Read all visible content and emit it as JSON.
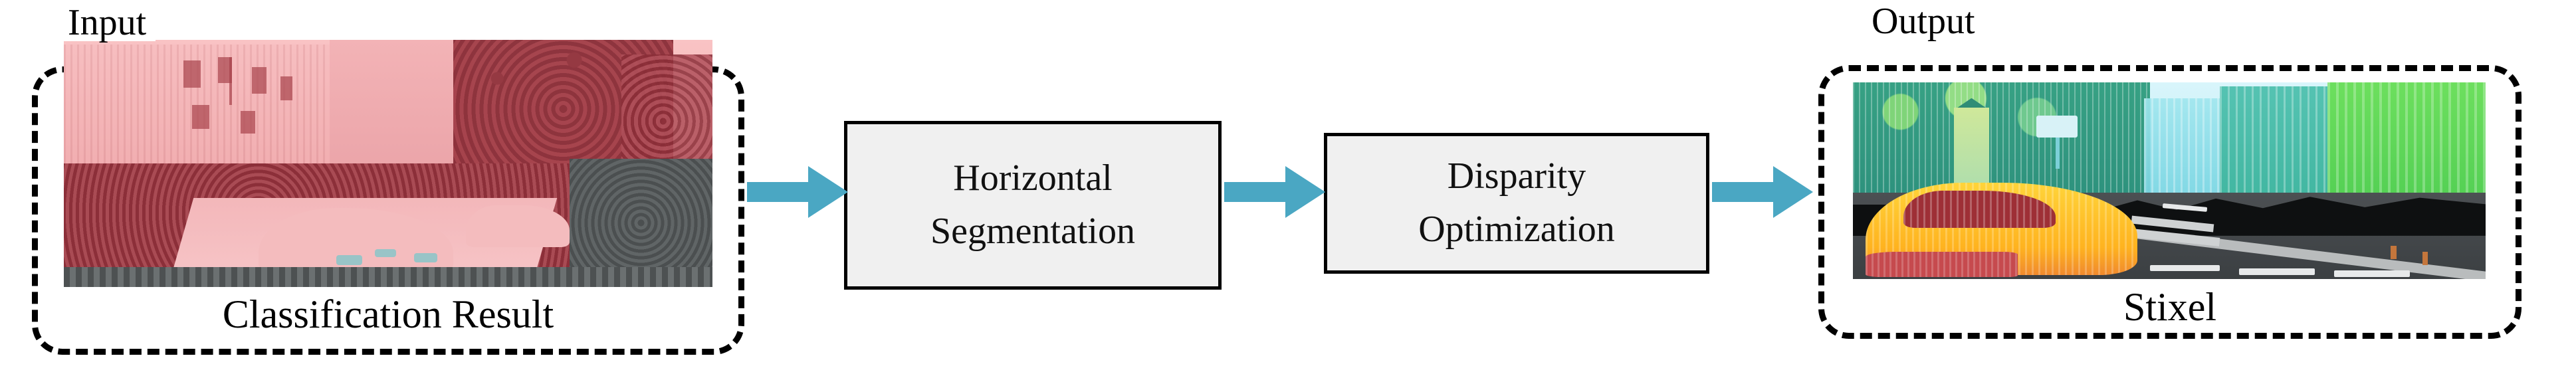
{
  "diagram": {
    "title_visible": false,
    "accent_arrow_color": "#4aa7c3",
    "box_fill_color": "#f0f0f0",
    "box_border_color": "#000000",
    "panel_border_color": "#000000"
  },
  "input_panel": {
    "title": "Input",
    "caption": "Classification Result",
    "image": {
      "semantic": "classification-result-image",
      "description": "Urban street scene tinted pink/red with per-class dotted overlay: buildings, trees, parked cars",
      "overlay_colors": [
        "#f6b9bb",
        "#8d2e38",
        "#4d5152",
        "#8fc4c8"
      ]
    }
  },
  "steps": [
    {
      "id": "horizontal-segmentation",
      "line1": "Horizontal",
      "line2": "Segmentation"
    },
    {
      "id": "disparity-optimization",
      "line1": "Disparity",
      "line2": "Optimization"
    }
  ],
  "arrows": [
    {
      "id": "arrow-input-to-segmentation",
      "icon": "arrow-right-icon"
    },
    {
      "id": "arrow-segmentation-to-optimization",
      "icon": "arrow-right-icon"
    },
    {
      "id": "arrow-optimization-to-output",
      "icon": "arrow-right-icon"
    }
  ],
  "output_panel": {
    "title": "Output",
    "caption": "Stixel",
    "image": {
      "semantic": "stixel-result-image",
      "description": "Street scene with vertical stixel stripes: green vegetation and buildings, cyan sky, yellow car at left, gray road with crosswalk at right",
      "overlay_colors": [
        "#4fcd52",
        "#3fb59f",
        "#b8eef6",
        "#ffb31f",
        "#3b3f42"
      ]
    }
  }
}
